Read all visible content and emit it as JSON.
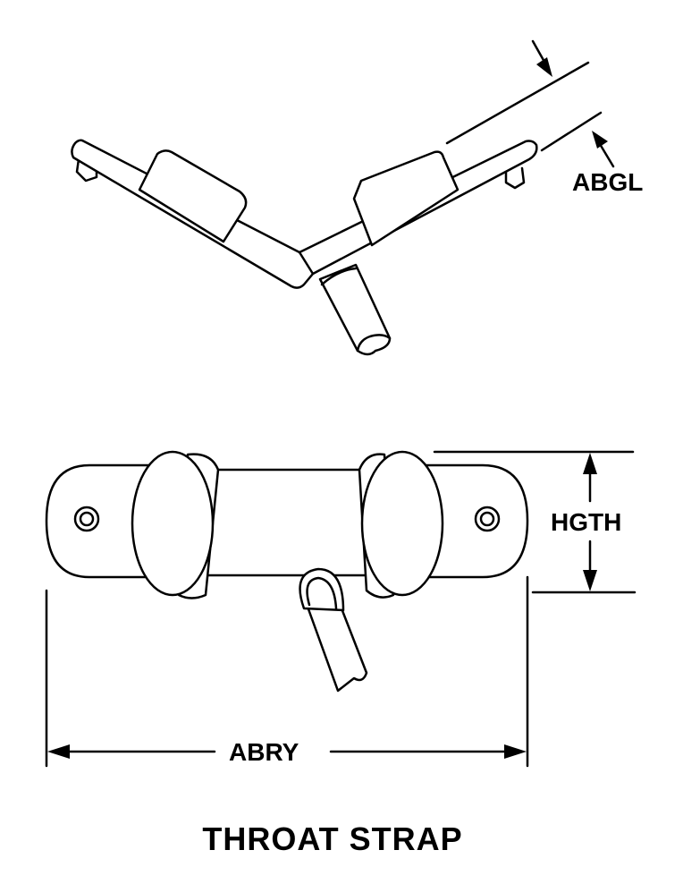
{
  "title": "THROAT STRAP",
  "dimensions": {
    "thickness": "ABGL",
    "height": "HGTH",
    "overall_length": "ABRY"
  },
  "colors": {
    "ink": "#000000",
    "background": "#ffffff"
  }
}
